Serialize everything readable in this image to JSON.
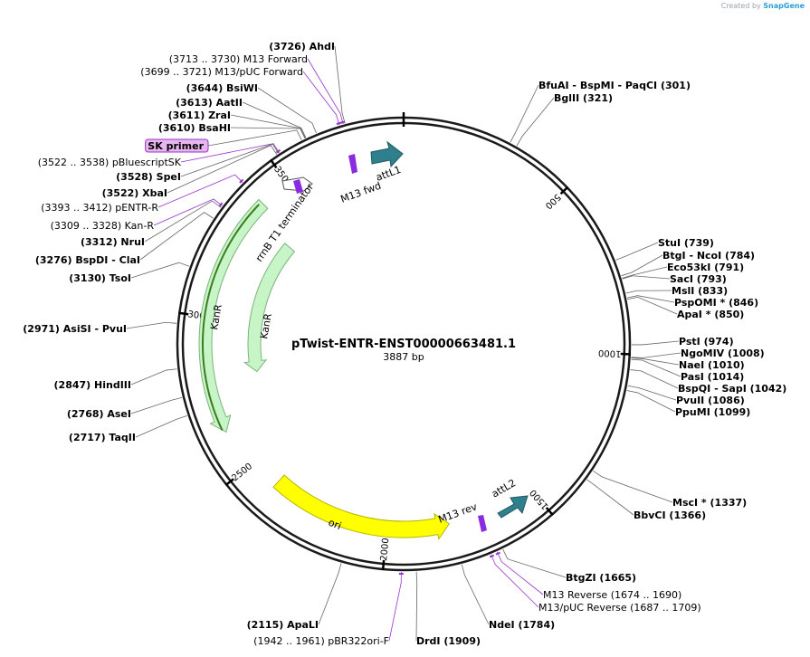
{
  "brand": {
    "created_by": "Created by",
    "product": "SnapGene"
  },
  "plasmid": {
    "name": "pTwist-ENTR-ENST00000663481.1",
    "size_label": "3887 bp",
    "length": 3887
  },
  "ticks": [
    {
      "pos": 500,
      "label": "500"
    },
    {
      "pos": 1000,
      "label": "1000"
    },
    {
      "pos": 1500,
      "label": "1500"
    },
    {
      "pos": 2000,
      "label": "2000"
    },
    {
      "pos": 2500,
      "label": "2500"
    },
    {
      "pos": 3000,
      "label": "3000"
    },
    {
      "pos": 3500,
      "label": "3500"
    }
  ],
  "sites": [
    {
      "pos": 3726,
      "text": "(3726)  AhdI"
    },
    {
      "pos": 3721,
      "text": "(3713 .. 3730)  M13 Forward",
      "primer": true
    },
    {
      "pos": 3710,
      "text": "(3699 .. 3721)  M13/pUC Forward",
      "primer": true
    },
    {
      "pos": 3644,
      "text": "(3644)  BsiWI"
    },
    {
      "pos": 3613,
      "text": "(3613)  AatII"
    },
    {
      "pos": 3611,
      "text": "(3611)  ZraI"
    },
    {
      "pos": 3610,
      "text": "(3610)  BsaHI"
    },
    {
      "pos": 3600,
      "text": "SK primer",
      "boxed": true
    },
    {
      "pos": 3528,
      "text": "(3528)  SpeI"
    },
    {
      "pos": 3522,
      "text": "(3522)  XbaI"
    },
    {
      "pos": 3530,
      "text": "(3522 .. 3538)  pBluescriptSK",
      "primer": true
    },
    {
      "pos": 3402,
      "text": "(3393 .. 3412)  pENTR-R",
      "primer": true
    },
    {
      "pos": 3312,
      "text": "(3312)  NruI"
    },
    {
      "pos": 3318,
      "text": "(3309 .. 3328)  Kan-R",
      "primer": true
    },
    {
      "pos": 3276,
      "text": "(3276)  BspDI  - ClaI"
    },
    {
      "pos": 3130,
      "text": "(3130)  TsoI"
    },
    {
      "pos": 2971,
      "text": "(2971)  AsiSI  - PvuI"
    },
    {
      "pos": 2847,
      "text": "(2847)  HindIII"
    },
    {
      "pos": 2768,
      "text": "(2768)  AseI"
    },
    {
      "pos": 2717,
      "text": "(2717)  TaqII"
    },
    {
      "pos": 2115,
      "text": "(2115)  ApaLI"
    },
    {
      "pos": 1950,
      "text": "(1942 .. 1961)  pBR322ori-F",
      "primer": true
    },
    {
      "pos": 1909,
      "text": "DrdI   (1909)"
    },
    {
      "pos": 1784,
      "text": "NdeI   (1784)"
    },
    {
      "pos": 1700,
      "text": "M13/pUC Reverse   (1687 .. 1709)",
      "primer": true
    },
    {
      "pos": 1682,
      "text": "M13 Reverse   (1674 .. 1690)",
      "primer": true
    },
    {
      "pos": 1665,
      "text": "BtgZI   (1665)"
    },
    {
      "pos": 1366,
      "text": "BbvCI   (1366)"
    },
    {
      "pos": 1337,
      "text": "MscI *   (1337)"
    },
    {
      "pos": 1099,
      "text": "PpuMI   (1099)"
    },
    {
      "pos": 1086,
      "text": "PvuII   (1086)"
    },
    {
      "pos": 1042,
      "text": "BspQI  - SapI   (1042)"
    },
    {
      "pos": 1014,
      "text": "PasI   (1014)"
    },
    {
      "pos": 1010,
      "text": "NaeI   (1010)"
    },
    {
      "pos": 1008,
      "text": "NgoMIV   (1008)"
    },
    {
      "pos": 974,
      "text": "PstI   (974)"
    },
    {
      "pos": 850,
      "text": "ApaI *   (850)"
    },
    {
      "pos": 846,
      "text": "PspOMI *   (846)"
    },
    {
      "pos": 833,
      "text": "MslI   (833)"
    },
    {
      "pos": 793,
      "text": "SacI   (793)"
    },
    {
      "pos": 791,
      "text": "Eco53kI   (791)"
    },
    {
      "pos": 784,
      "text": "BtgI  - NcoI   (784)"
    },
    {
      "pos": 739,
      "text": "StuI   (739)"
    },
    {
      "pos": 321,
      "text": "BglII   (321)"
    },
    {
      "pos": 301,
      "text": "BfuAI  - BspMI  - PaqCI   (301)"
    }
  ],
  "features": [
    {
      "label": "attL1",
      "color": "#2f7f8c",
      "kind": "arrow"
    },
    {
      "label": "M13 fwd",
      "color": "#8a2be2",
      "kind": "primer"
    },
    {
      "label": "rrnB T1 terminator",
      "color": "#ffffff",
      "kind": "terminator"
    },
    {
      "label": "KanR",
      "color": "#c8f5c8",
      "kind": "outer-cds"
    },
    {
      "label": "KanR",
      "color": "#c8f5c8",
      "kind": "inner-cds"
    },
    {
      "label": "ori",
      "color": "#ffff00",
      "kind": "ori"
    },
    {
      "label": "M13 rev",
      "color": "#8a2be2",
      "kind": "primer"
    },
    {
      "label": "attL2",
      "color": "#2f7f8c",
      "kind": "arrow"
    }
  ],
  "colors": {
    "backbone": "#1a1a1a",
    "primer": "#9933cc",
    "kanr": "#c8f5c8",
    "ori": "#ffff00",
    "att": "#2f7f8c"
  }
}
